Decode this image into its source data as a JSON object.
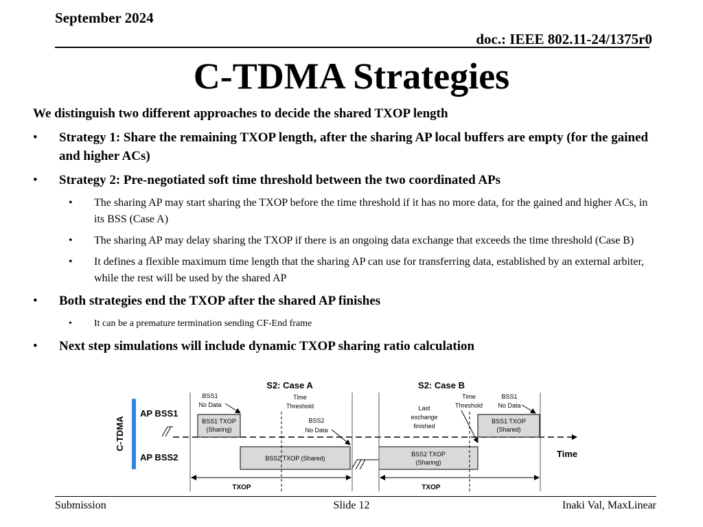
{
  "header": {
    "date": "September 2024",
    "doc": "doc.: IEEE 802.11-24/1375r0"
  },
  "title": "C-TDMA Strategies",
  "intro": "We distinguish two different approaches to decide the shared TXOP length",
  "bullets": {
    "s1": "Strategy 1: Share the remaining TXOP length, after the sharing AP local buffers are empty (for the gained and higher ACs)",
    "s2": "Strategy 2: Pre-negotiated soft time threshold between the two coordinated APs",
    "s2_subs": [
      "The sharing AP may start sharing the TXOP before the time threshold if it has no more data, for the gained and higher ACs, in its BSS (Case A)",
      "The sharing AP may delay sharing the TXOP if there is an ongoing data exchange that exceeds the time threshold (Case B)",
      "It defines a flexible maximum time length that the sharing AP can use for transferring data, established by an external arbiter, while the rest will be used by the shared AP"
    ],
    "both": "Both strategies end the TXOP after the shared AP finishes",
    "both_sub": "It can be a premature termination sending CF-End frame",
    "next": "Next step simulations will include dynamic TXOP sharing ratio calculation"
  },
  "diagram": {
    "case_a": "S2: Case A",
    "case_b": "S2: Case B",
    "axis_label": "C-TDMA",
    "ap1": "AP BSS1",
    "ap2": "AP BSS2",
    "time": "Time",
    "bss1_no_data": [
      "BSS1",
      "No Data"
    ],
    "time_threshold": [
      "Time",
      "Threshold"
    ],
    "last_exchange": [
      "Last",
      "exchange",
      "finished"
    ],
    "bss2_no_data": [
      "BSS2",
      "No Data"
    ],
    "box_a1": [
      "BSS1 TXOP",
      "(Sharing)"
    ],
    "box_a2": "BSS2 TXOP (Shared)",
    "box_b1": [
      "BSS1 TXOP",
      "(Shared)"
    ],
    "box_b2": [
      "BSS2 TXOP",
      "(Sharing)"
    ],
    "txop": "TXOP",
    "colors": {
      "blue_bar": "#2e86de",
      "box_fill": "#d9d9d9"
    }
  },
  "footer": {
    "left": "Submission",
    "center": "Slide 12",
    "right": "Inaki Val, MaxLinear"
  }
}
